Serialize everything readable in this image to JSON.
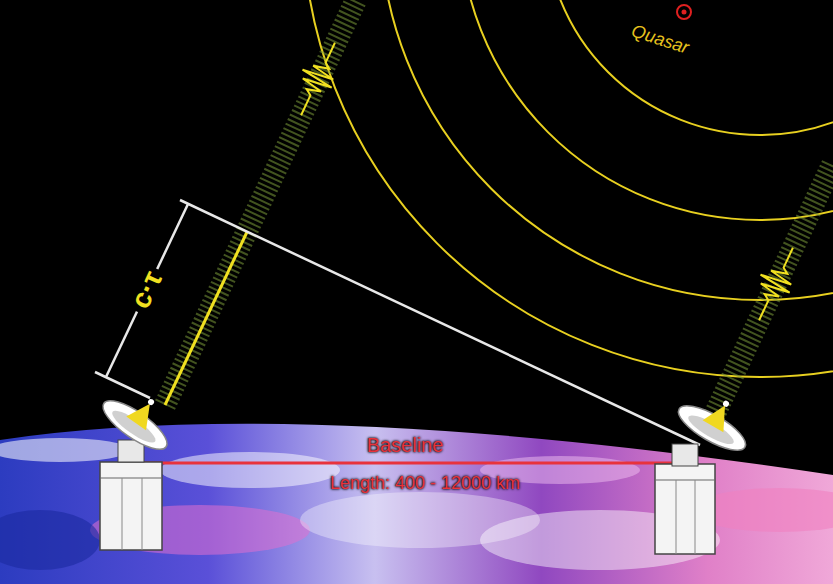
{
  "diagram": {
    "labels": [
      "Quasar",
      "c·τ",
      "Baseline",
      "Length: 400 - 12000 km"
    ]
  }
}
